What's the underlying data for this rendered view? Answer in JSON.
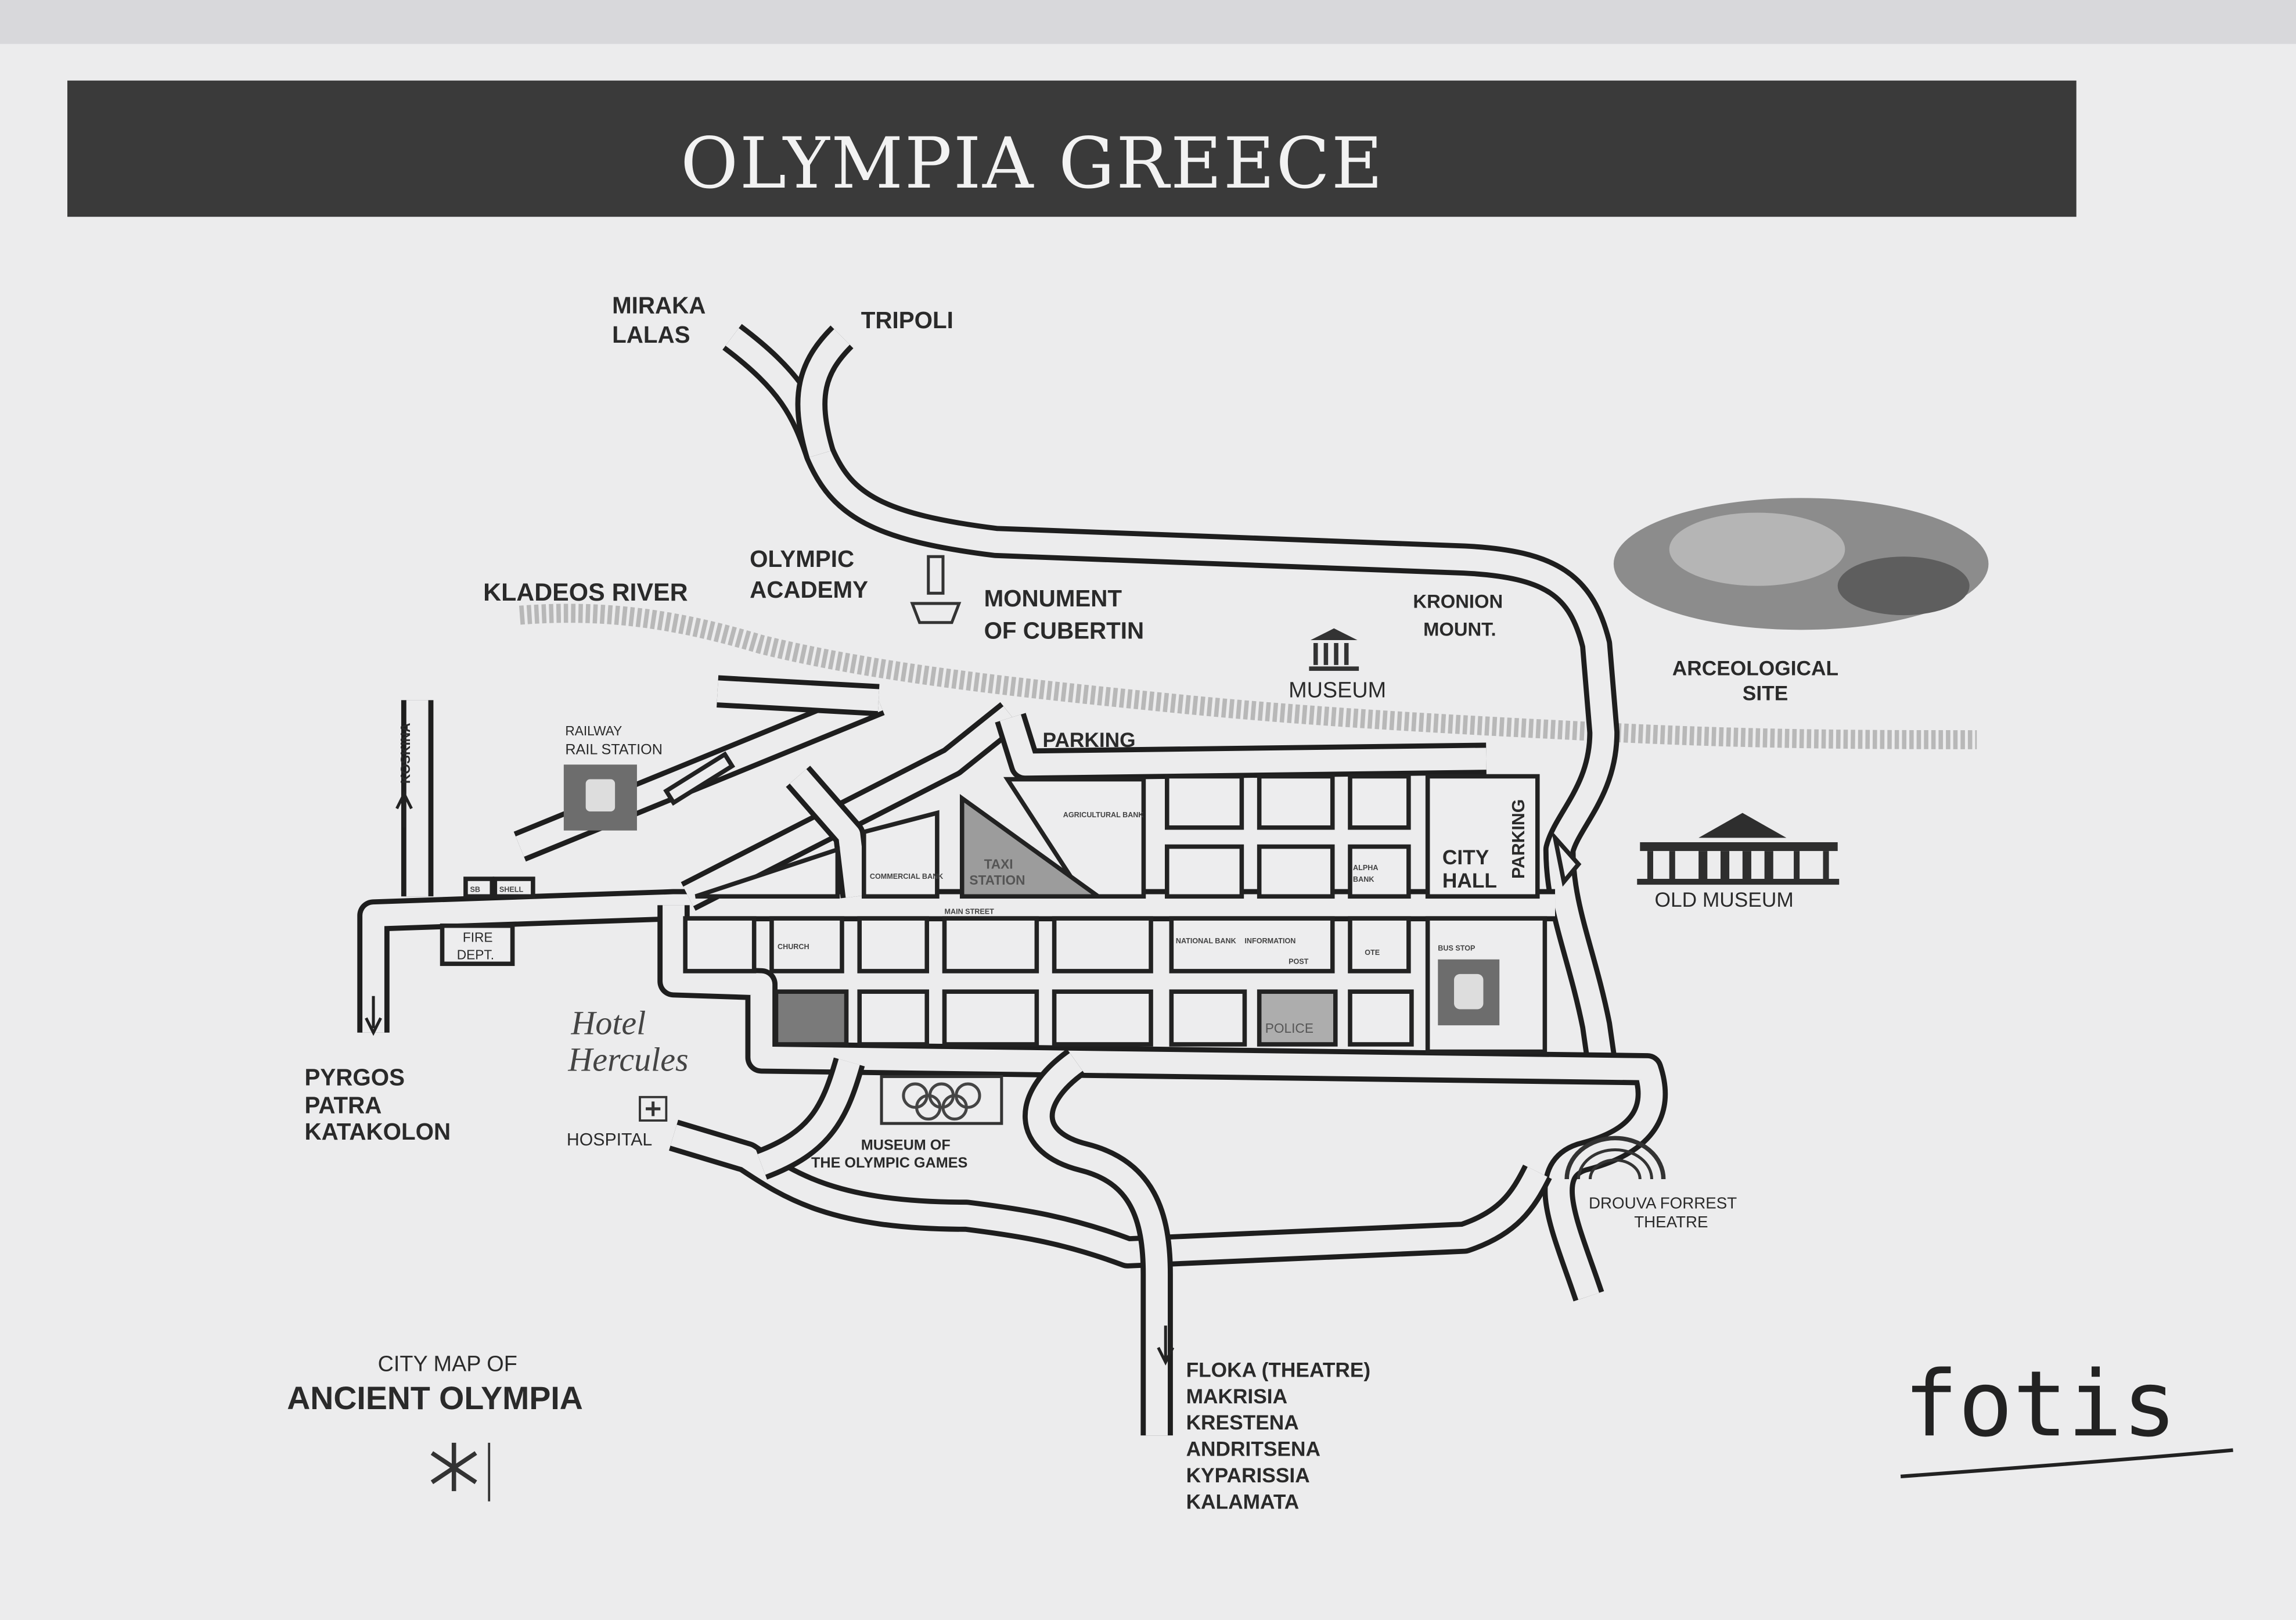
{
  "title": "OLYMPIA GREECE",
  "colors": {
    "paper": "#ececed",
    "title_bar": "#3a3a3a",
    "ink": "#222222",
    "river": "#b8b8b8"
  },
  "labels": {
    "miraka": "MIRAKA",
    "lalas": "LALAS",
    "tripoli": "TRIPOLI",
    "olympic": "OLYMPIC",
    "academy": "ACADEMY",
    "kladeos_river": "KLADEOS RIVER",
    "monument": "MONUMENT",
    "of_cubertin": "OF CUBERTIN",
    "kronion": "KRONION",
    "mount": "MOUNT.",
    "museum": "MUSEUM",
    "arceological": "ARCEOLOGICAL",
    "site": "SITE",
    "railway": "RAILWAY",
    "rail_station": "RAIL STATION",
    "koskina": "KOSKINA",
    "parking_top": "PARKING",
    "parking_side": "PARKING",
    "city": "CITY",
    "hall": "HALL",
    "old_museum": "OLD MUSEUM",
    "agricultural_bank": "AGRICULTURAL BANK",
    "commercial_bank": "COMMERCIAL BANK",
    "taxi": "TAXI",
    "station": "STATION",
    "alpha": "ALPHA",
    "bank": "BANK",
    "main_street": "MAIN STREET",
    "sb": "SB",
    "shell": "SHELL",
    "fire": "FIRE",
    "dept": "DEPT.",
    "church": "CHURCH",
    "national_bank": "NATIONAL BANK",
    "information": "INFORMATION",
    "post": "POST",
    "ote": "OTE",
    "bus_stop": "BUS STOP",
    "police": "POLICE",
    "hotel": "Hotel",
    "hercules": "Hercules",
    "hospital": "HOSPITAL",
    "museum_of": "MUSEUM OF",
    "the_olympic_games": "THE OLYMPIC GAMES",
    "drouva_forrest": "DROUVA FORREST",
    "theatre": "THEATRE",
    "pyrgos": "PYRGOS",
    "patra": "PATRA",
    "katakolon": "KATAKOLON",
    "south_destinations": [
      "FLOKA (THEATRE)",
      "MAKRISIA",
      "KRESTENA",
      "ANDRITSENA",
      "KYPARISSIA",
      "KALAMATA"
    ],
    "city_map_of": "CITY MAP OF",
    "ancient_olympia": "ANCIENT OLYMPIA"
  },
  "signature": "fotis"
}
